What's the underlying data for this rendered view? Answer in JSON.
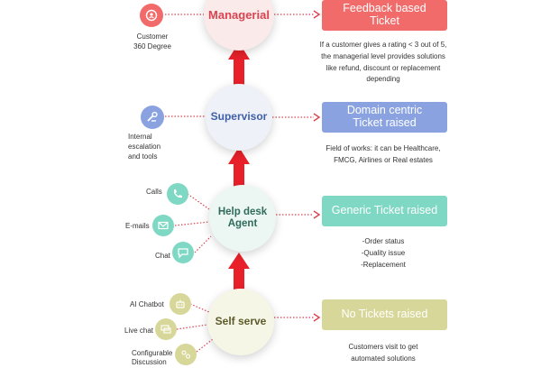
{
  "levels": {
    "managerial": {
      "label": "Managerial",
      "color": "#d94451",
      "side_label": "Customer\n360 Degree",
      "side_icon": "refresh-users-icon",
      "box_label": "Feedback based\nTicket",
      "box_color": "#f16b6b",
      "desc": "If a customer gives a rating < 3 out of 5, the managerial level provides solutions like refund, discount or replacement depending"
    },
    "supervisor": {
      "label": "Supervisor",
      "color": "#3f60a8",
      "side_label": "Internal\nescalation\nand tools",
      "side_icon": "escalation-tools-icon",
      "box_label": "Domain centric\nTicket raised",
      "box_color": "#8aa3e0",
      "desc": "Field of works:  it can be Healthcare,  FMCG, Airlines or Real estates"
    },
    "help_desk": {
      "label": "Help desk\nAgent",
      "color": "#2f6b5a",
      "channels": [
        {
          "label": "Calls",
          "icon": "phone-icon"
        },
        {
          "label": "E-mails",
          "icon": "email-icon"
        },
        {
          "label": "Chat",
          "icon": "chat-icon"
        }
      ],
      "box_label": "Generic Ticket raised",
      "box_color": "#7fd8c3",
      "desc_lines": [
        "-Order status",
        "-Quality issue",
        "-Replacement"
      ]
    },
    "self_serve": {
      "label": "Self serve",
      "color": "#5c5a2a",
      "channels": [
        {
          "label": "AI Chatbot",
          "icon": "robot-icon"
        },
        {
          "label": "Live chat",
          "icon": "live-chat-icon"
        },
        {
          "label": "Configurable\nDiscussion",
          "icon": "discussion-icon"
        }
      ],
      "box_label": "No Tickets raised",
      "box_color": "#d8d79a",
      "desc": "Customers visit to get automated solutions"
    }
  },
  "colors": {
    "arrow": "#e8202a",
    "connector": "#d94451",
    "icon_red": "#f16b6b",
    "icon_blue": "#8aa3e0",
    "icon_teal": "#7fd8c3",
    "icon_olive": "#d8d79a"
  }
}
